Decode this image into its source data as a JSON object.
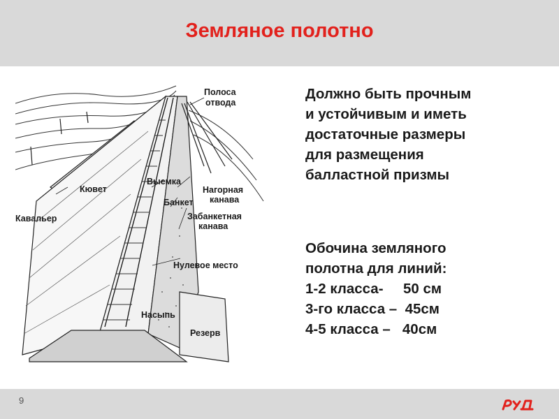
{
  "header": {
    "title": "Земляное полотно"
  },
  "illustration": {
    "labels": {
      "polosa": "Полоса",
      "otvoda": "отвода",
      "kyuvet": "Кювет",
      "vyemka": "Выемка",
      "nagornaya": "Нагорная",
      "kanava1": "канава",
      "banket": "Банкет",
      "kavaler": "Кавальер",
      "zabanketnaya": "Забанкетная",
      "kanava2": "канава",
      "nulevoe": "Нулевое место",
      "nasyp": "Насыпь",
      "rezerv": "Резерв"
    }
  },
  "content": {
    "block1": [
      "Должно быть прочным",
      "и устойчивым и иметь",
      "достаточные размеры",
      "для размещения",
      "балластной призмы"
    ],
    "block2": [
      "Обочина земляного",
      "полотна для линий:",
      "1-2 класса-     50 см",
      "3-го класса –  45см",
      "4-5 класса –   40см"
    ]
  },
  "footer": {
    "page_number": "9",
    "logo_text": "РЖД",
    "logo_color": "#e2211c"
  },
  "colors": {
    "title": "#e2211c",
    "header_bg": "#d9d9d9",
    "text": "#1a1a1a"
  }
}
